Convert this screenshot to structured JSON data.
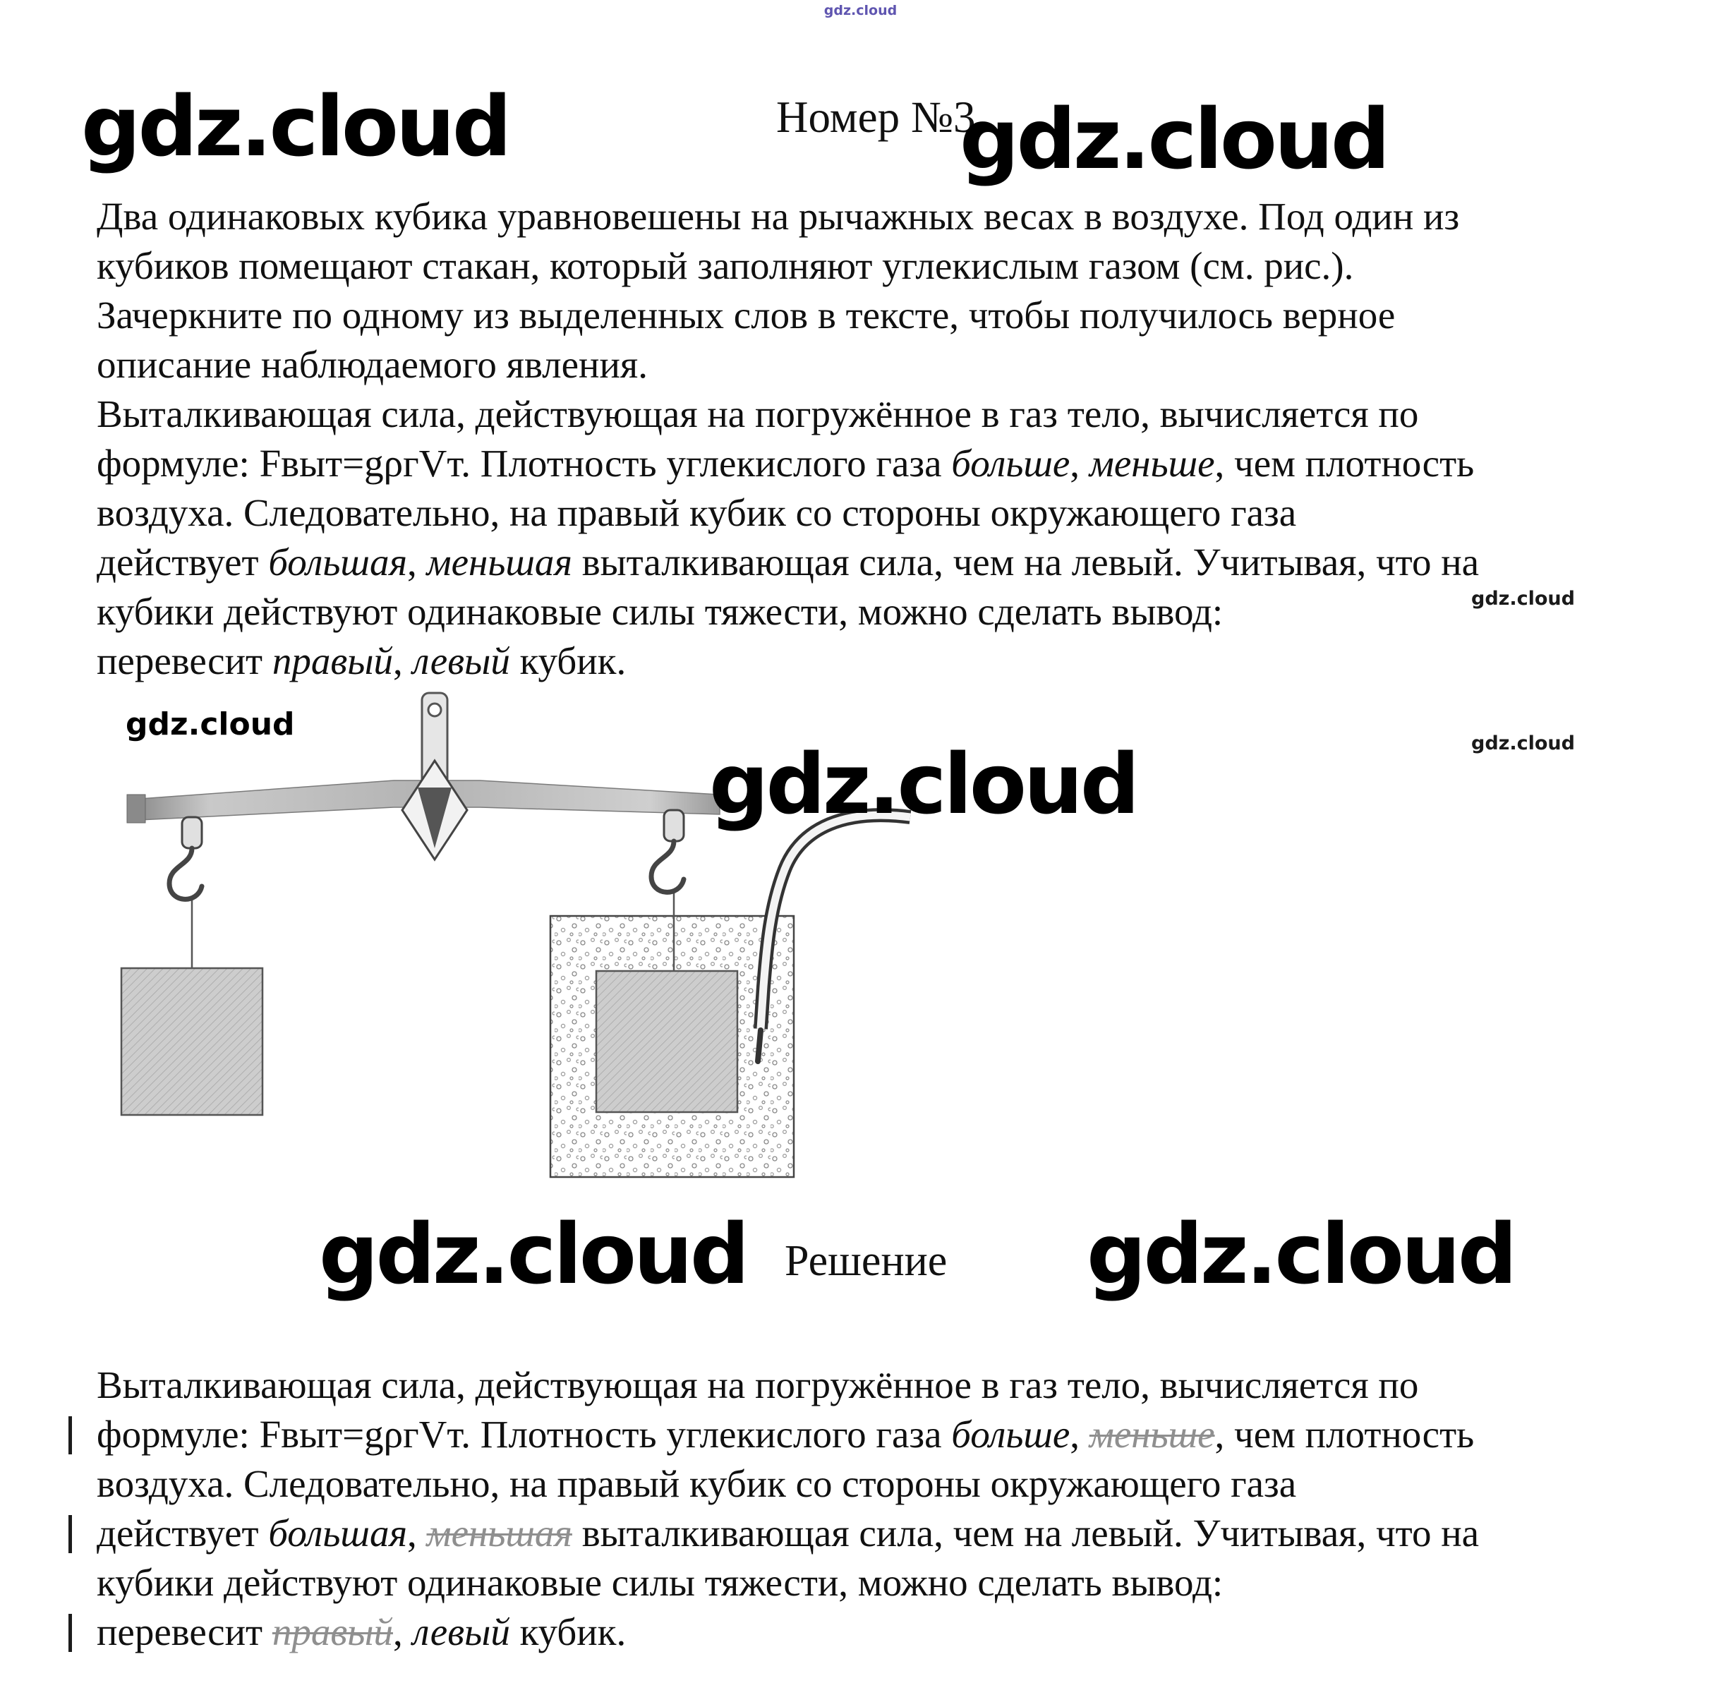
{
  "watermark": {
    "text": "gdz.cloud"
  },
  "header": {
    "title": "Номер №3"
  },
  "problem": {
    "lines": [
      {
        "segs": [
          {
            "t": "Два одинаковых кубика уравновешены на рычажных весах в воздухе. Под один из"
          }
        ]
      },
      {
        "segs": [
          {
            "t": "кубиков помещают стакан, который заполняют углекислым газом (см. рис.)."
          }
        ]
      },
      {
        "segs": [
          {
            "t": "Зачеркните по одному из выделенных слов в тексте, чтобы получилось верное"
          }
        ]
      },
      {
        "segs": [
          {
            "t": "описание наблюдаемого явления."
          }
        ]
      },
      {
        "segs": [
          {
            "t": "Выталкивающая сила, действующая на погружённое в газ тело, вычисляется по"
          }
        ]
      },
      {
        "segs": [
          {
            "t": "формуле: Fвыт=gρгVт. Плотность углекислого газа "
          },
          {
            "t": "больше",
            "s": "i"
          },
          {
            "t": ", "
          },
          {
            "t": "меньше",
            "s": "i"
          },
          {
            "t": ", чем плотность"
          }
        ]
      },
      {
        "segs": [
          {
            "t": "воздуха. Следовательно, на правый кубик со стороны окружающего газа"
          }
        ]
      },
      {
        "segs": [
          {
            "t": "действует "
          },
          {
            "t": "большая",
            "s": "i"
          },
          {
            "t": ", "
          },
          {
            "t": "меньшая",
            "s": "i"
          },
          {
            "t": " выталкивающая сила, чем на левый. Учитывая, что на"
          }
        ]
      },
      {
        "segs": [
          {
            "t": "кубики действуют одинаковые силы тяжести, можно сделать вывод:"
          }
        ]
      },
      {
        "segs": [
          {
            "t": "перевесит "
          },
          {
            "t": "правый",
            "s": "i"
          },
          {
            "t": ", "
          },
          {
            "t": "левый",
            "s": "i"
          },
          {
            "t": " кубик."
          }
        ]
      }
    ]
  },
  "solution": {
    "heading": "Решение",
    "lines": [
      {
        "segs": [
          {
            "t": "Выталкивающая сила, действующая на погружённое в газ тело, вычисляется по"
          }
        ]
      },
      {
        "marker": true,
        "segs": [
          {
            "t": "формуле: Fвыт=gρгVт. Плотность углекислого газа "
          },
          {
            "t": "больше",
            "s": "i"
          },
          {
            "t": ", "
          },
          {
            "t": "меньше",
            "s": "x"
          },
          {
            "t": ", чем плотность"
          }
        ]
      },
      {
        "segs": [
          {
            "t": "воздуха. Следовательно, на правый кубик со стороны окружающего газа"
          }
        ]
      },
      {
        "marker": true,
        "segs": [
          {
            "t": "действует "
          },
          {
            "t": "большая",
            "s": "i"
          },
          {
            "t": ", "
          },
          {
            "t": "меньшая",
            "s": "x"
          },
          {
            "t": " выталкивающая сила, чем на левый. Учитывая, что на"
          }
        ]
      },
      {
        "segs": [
          {
            "t": "кубики действуют одинаковые силы тяжести, можно сделать вывод:"
          }
        ]
      },
      {
        "marker": true,
        "segs": [
          {
            "t": "перевесит "
          },
          {
            "t": "правый",
            "s": "x"
          },
          {
            "t": ", "
          },
          {
            "t": "левый",
            "s": "i"
          },
          {
            "t": " кубик."
          }
        ]
      }
    ]
  },
  "colors": {
    "text": "#101010",
    "struck_word": "#8f8f8f",
    "watermark_top": "#5f55b0"
  }
}
